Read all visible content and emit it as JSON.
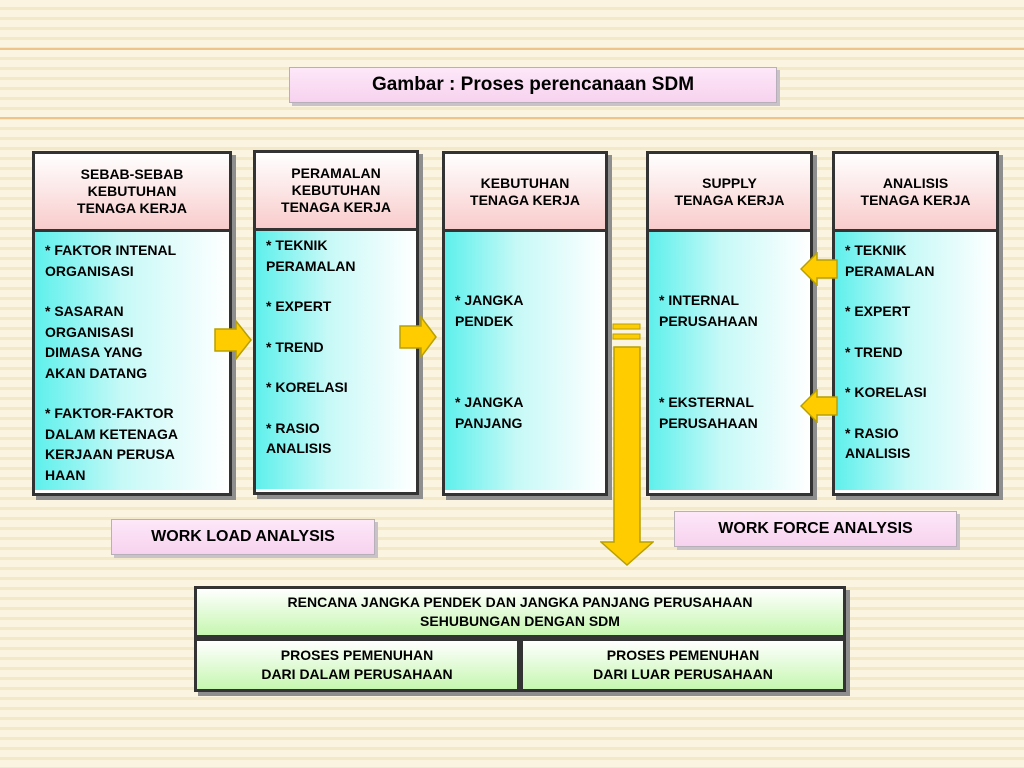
{
  "title": "Gambar : Proses perencanaan SDM",
  "columns": [
    {
      "header": [
        "SEBAB-SEBAB",
        "KEBUTUHAN",
        "TENAGA KERJA"
      ],
      "items": [
        [
          "*  FAKTOR INTENAL",
          "ORGANISASI"
        ],
        [
          "*  SASARAN",
          "ORGANISASI",
          "DIMASA YANG",
          "AKAN DATANG"
        ],
        [
          "*  FAKTOR-FAKTOR",
          "DALAM KETENAGA",
          "KERJAAN PERUSA",
          "HAAN"
        ]
      ]
    },
    {
      "header": [
        "PERAMALAN",
        "KEBUTUHAN",
        "TENAGA KERJA"
      ],
      "items": [
        [
          "*  TEKNIK",
          "PERAMALAN"
        ],
        [
          "*  EXPERT"
        ],
        [
          "*  TREND"
        ],
        [
          "*  KORELASI"
        ],
        [
          "*  RASIO",
          "ANALISIS"
        ]
      ]
    },
    {
      "header": [
        "KEBUTUHAN",
        "TENAGA KERJA"
      ],
      "items": [
        [
          "*  JANGKA",
          "PENDEK"
        ],
        [
          "*  JANGKA",
          "PANJANG"
        ]
      ]
    },
    {
      "header": [
        "SUPPLY",
        "TENAGA KERJA"
      ],
      "items": [
        [
          "*  INTERNAL",
          "PERUSAHAAN"
        ],
        [
          "*  EKSTERNAL",
          "PERUSAHAAN"
        ]
      ]
    },
    {
      "header": [
        "ANALISIS",
        "TENAGA KERJA"
      ],
      "items": [
        [
          "*  TEKNIK",
          "PERAMALAN"
        ],
        [
          "*  EXPERT"
        ],
        [
          "*  TREND"
        ],
        [
          "*  KORELASI"
        ],
        [
          "*  RASIO",
          "ANALISIS"
        ]
      ]
    }
  ],
  "work_load_label": "WORK LOAD ANALYSIS",
  "work_force_label": "WORK FORCE ANALYSIS",
  "plan_box": [
    "RENCANA JANGKA PENDEK DAN JANGKA PANJANG PERUSAHAAN",
    "SEHUBUNGAN DENGAN SDM"
  ],
  "fulfill_internal": [
    "PROSES PEMENUHAN",
    "DARI DALAM PERUSAHAAN"
  ],
  "fulfill_external": [
    "PROSES PEMENUHAN",
    "DARI LUAR PERUSAHAAN"
  ],
  "colors": {
    "arrow_fill": "#ffcc00",
    "arrow_stroke": "#b8a000",
    "header_pink": "#f9cccc",
    "body_cyan": "#5ef0ec",
    "bottom_green": "#c6f7b0"
  }
}
